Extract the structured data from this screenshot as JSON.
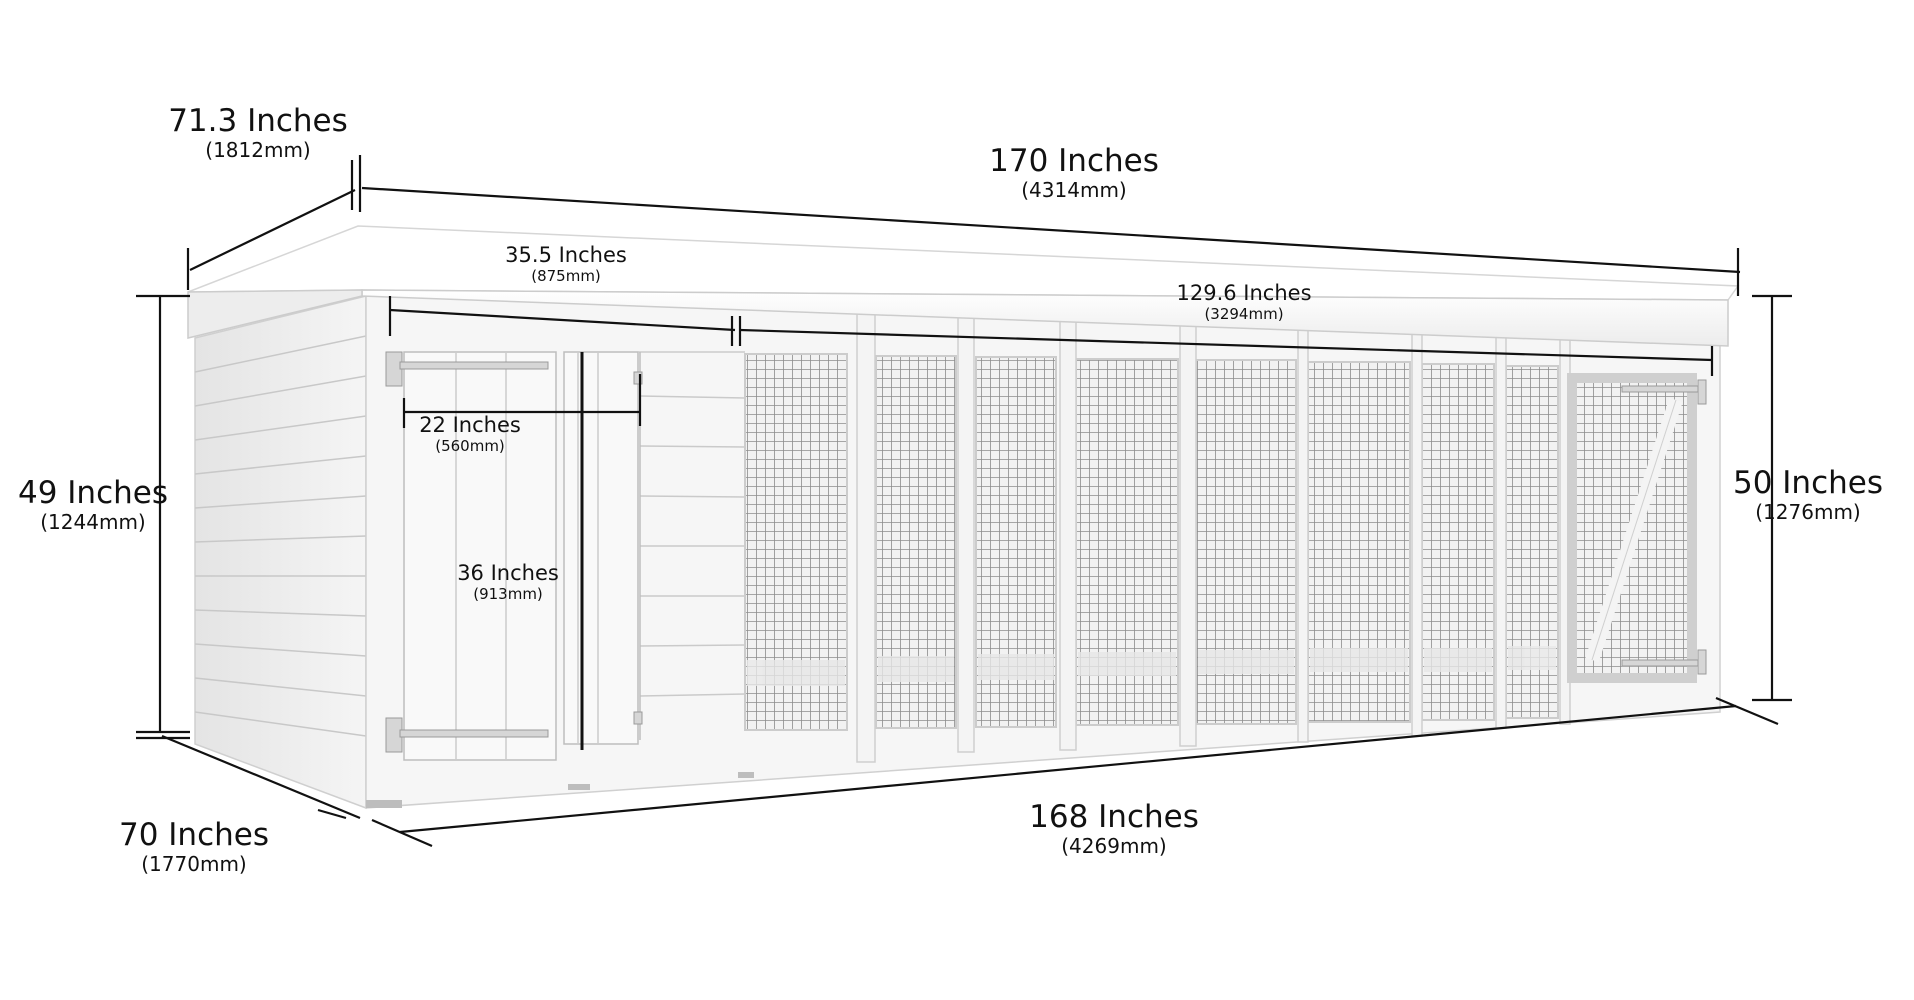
{
  "dimensions": {
    "depth_top": {
      "main": "71.3 Inches",
      "sub": "(1812mm)"
    },
    "length_top": {
      "main": "170 Inches",
      "sub": "(4314mm)"
    },
    "shed_section": {
      "main": "35.5 Inches",
      "sub": "(875mm)"
    },
    "run_section": {
      "main": "129.6 Inches",
      "sub": "(3294mm)"
    },
    "door_width": {
      "main": "22 Inches",
      "sub": "(560mm)"
    },
    "door_height": {
      "main": "36 Inches",
      "sub": "(913mm)"
    },
    "height_left": {
      "main": "49 Inches",
      "sub": "(1244mm)"
    },
    "height_right": {
      "main": "50 Inches",
      "sub": "(1276mm)"
    },
    "depth_bottom": {
      "main": "70 Inches",
      "sub": "(1770mm)"
    },
    "length_bottom": {
      "main": "168 Inches",
      "sub": "(4269mm)"
    }
  },
  "colors": {
    "line": "#111111",
    "wood": "#f4f4f4",
    "wood_shadow": "#dcdcdc",
    "mesh": "#9a9a9a"
  }
}
